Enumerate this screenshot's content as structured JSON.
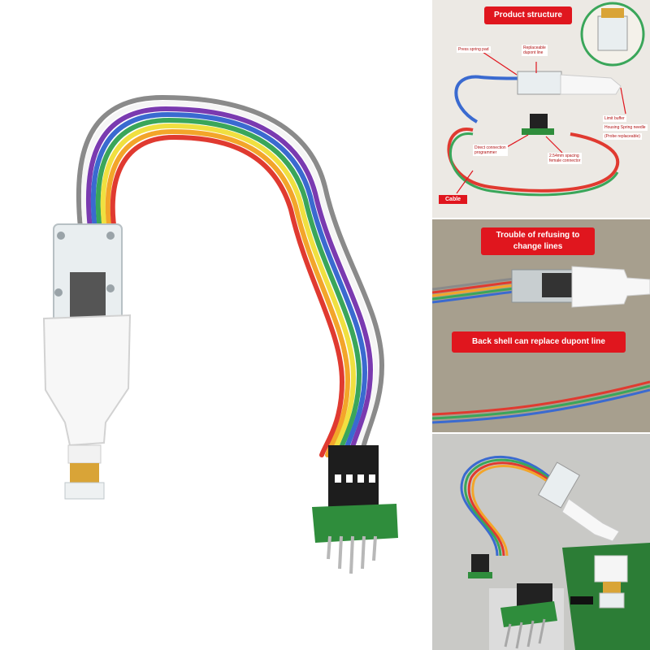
{
  "colors": {
    "red_tag": "#e0161e",
    "wire_colors": [
      "#8a8a8a",
      "#e03a30",
      "#f3a52a",
      "#f0e040",
      "#3aa65a",
      "#3a6ad0",
      "#7a3ab0",
      "#f5f5f5"
    ]
  },
  "product_structure": {
    "title": "Product structure",
    "labels": {
      "press_spring_pad": "Press spring pad",
      "replaceable_dupont_line": "Replaceable\ndupont line",
      "limit_buffer": "Limit buffer",
      "housing_spring_needle": "Housing Spring needle",
      "probe_replaceable": "(Probe replaceable)",
      "direct_connection_programmer": "Direct connection\nprogrammer",
      "female_connector": "2.54mm spacing\nfemale connector",
      "cable": "Cable"
    }
  },
  "feature_panel": {
    "trouble_text": "Trouble of refusing to\nchange lines",
    "back_shell_text": "Back shell can replace dupont line"
  }
}
